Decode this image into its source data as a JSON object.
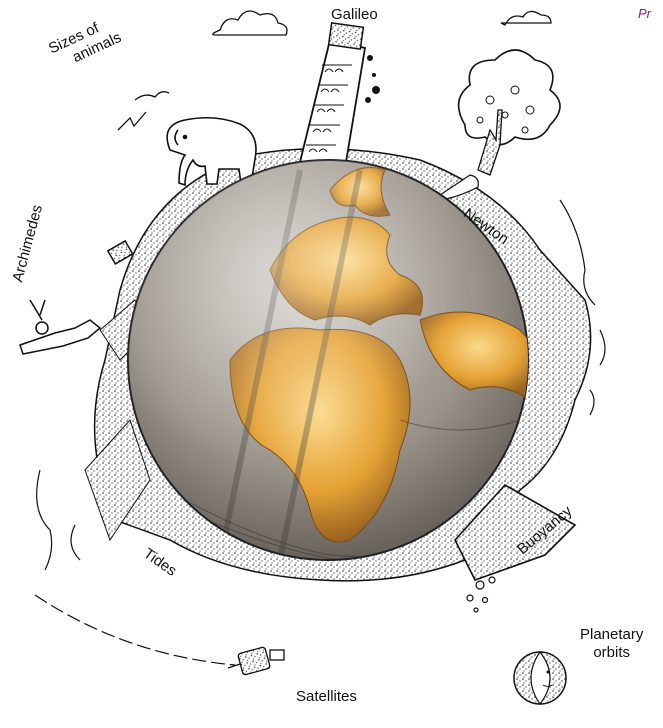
{
  "corner_text": "Pr",
  "labels": {
    "galileo": "Galileo",
    "sizes_line1": "Sizes of",
    "sizes_line2": "animals",
    "archimedes": "Archimedes",
    "newton": "Newton",
    "buoyancy": "Buoyancy",
    "tides": "Tides",
    "satellites": "Satellites",
    "planetary_line1": "Planetary",
    "planetary_line2": "orbits"
  },
  "colors": {
    "globe_light": "#f5c778",
    "globe_mid": "#d9921e",
    "globe_dark": "#6e4a1c",
    "ocean": "#9a9188",
    "ink": "#111111",
    "stipple": "#9a9a9a"
  }
}
